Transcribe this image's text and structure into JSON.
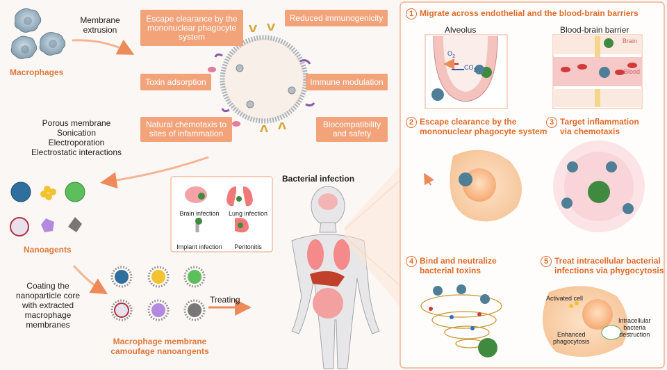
{
  "left": {
    "macrophages": "Macrophages",
    "membrane_extrusion": "Membrane\nextrusion",
    "methods": [
      "Porous membrane",
      "Sonication",
      "Electroporation",
      "Electrostatic interactions"
    ],
    "nanoagents": "Nanoagents",
    "coating": "Coating the\nnanoparticle core\nwith extracted\nmacrophage\nmembranes",
    "camouflage": "Macrophage membrane\ncamoufage nanoangents",
    "treating": "Treating"
  },
  "properties": {
    "escape": "Escape clearance by the mononuclear phagocyte system",
    "reduced": "Reduced immunogenicity",
    "toxin": "Toxin adsorption",
    "immune": "Immune modulation",
    "chemotaxis": "Natural chemotaxis to sites of infammation",
    "biocompat": "Biocompatibility and safety"
  },
  "infection": {
    "title": "Bacterial infection",
    "brain": "Brain infection",
    "lung": "Lung infection",
    "implant": "Implant infection",
    "peritonitis": "Peritonitis"
  },
  "panels": {
    "p1": {
      "num": "1",
      "title": "Migrate across endothelial and the blood-brain barriers",
      "alveolus": "Alveolus",
      "bbb": "Blood-brain barrier",
      "o2": "O",
      "co2": "CO",
      "brain": "Brain",
      "blood": "Blood"
    },
    "p2": {
      "num": "2",
      "title": "Escape clearance by the\nmononuclear phagocyte system"
    },
    "p3": {
      "num": "3",
      "title": "Target inflammation\nvia chemotaxis"
    },
    "p4": {
      "num": "4",
      "title": "Bind and neutralize\nbacterial toxins"
    },
    "p5": {
      "num": "5",
      "title": "Treat intracellular bacterial\ninfections via phygocytosis",
      "activated": "Activated cell",
      "enhanced": "Enhanced\nphagocytosis",
      "intracellular": "Intracellular\nbacteria\ndestruction"
    }
  },
  "colors": {
    "orange": "#f3a37a",
    "title_orange": "#e06a2a",
    "panel_border": "#f0b090"
  }
}
